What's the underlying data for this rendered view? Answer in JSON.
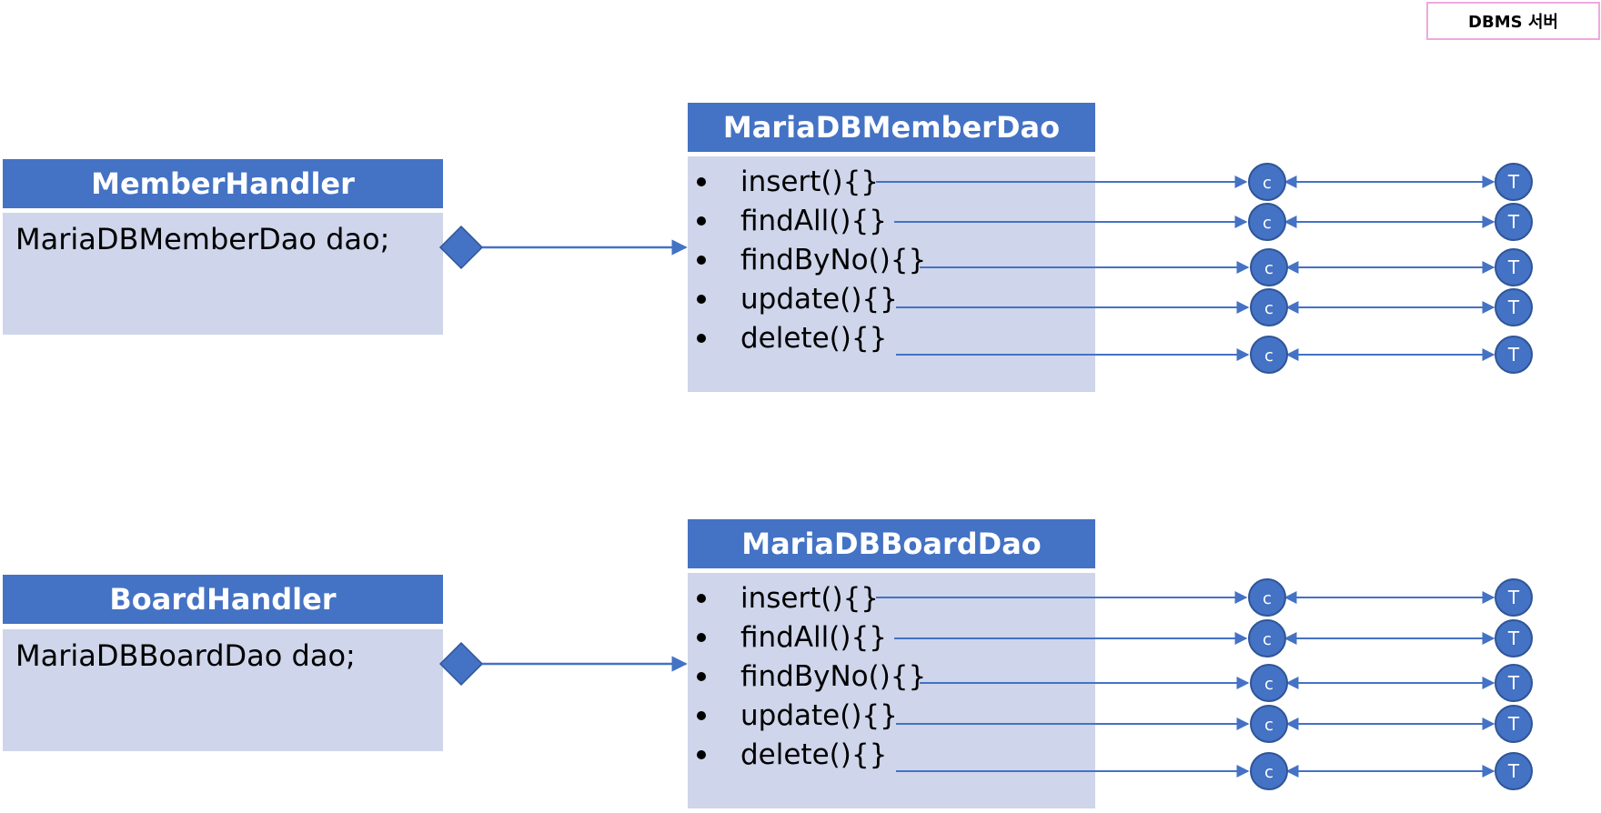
{
  "dbms_label": "DBMS 서버",
  "member": {
    "handler_title": "MemberHandler",
    "handler_field": "MariaDBMemberDao dao;",
    "dao_title": "MariaDBMemberDao",
    "methods": [
      "insert(){}",
      "findAll(){}",
      "findByNo(){}",
      "update(){}",
      "delete(){}"
    ]
  },
  "board": {
    "handler_title": "BoardHandler",
    "handler_field": "MariaDBBoardDao dao;",
    "dao_title": "MariaDBBoardDao",
    "methods": [
      "insert(){}",
      "findAll(){}",
      "findByNo(){}",
      "update(){}",
      "delete(){}"
    ]
  },
  "connection_label": "c",
  "thread_label": "T",
  "colors": {
    "header": "#4472c4",
    "body": "#cfd5ea",
    "line": "#4472c4",
    "badge_border": "#f0a8e0"
  }
}
